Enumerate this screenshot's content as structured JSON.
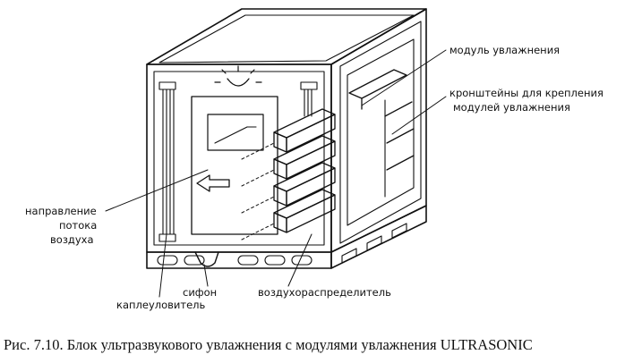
{
  "figure": {
    "caption": "Рис. 7.10. Блок ультразвукового увлажнения с модулями увлажнения ULTRASONIC",
    "labels": {
      "humidification_module": "модуль увлажнения",
      "brackets_line1": "кронштейны для крепления",
      "brackets_line2": "модулей увлажнения",
      "airflow_line1": "направление",
      "airflow_line2": "потока",
      "airflow_line3": "воздуха",
      "siphon": "сифон",
      "air_distributor": "воздухораспределитель",
      "droplet_separator": "каплеуловитель"
    }
  },
  "colors": {
    "ink": "#111111",
    "background": "#ffffff"
  }
}
